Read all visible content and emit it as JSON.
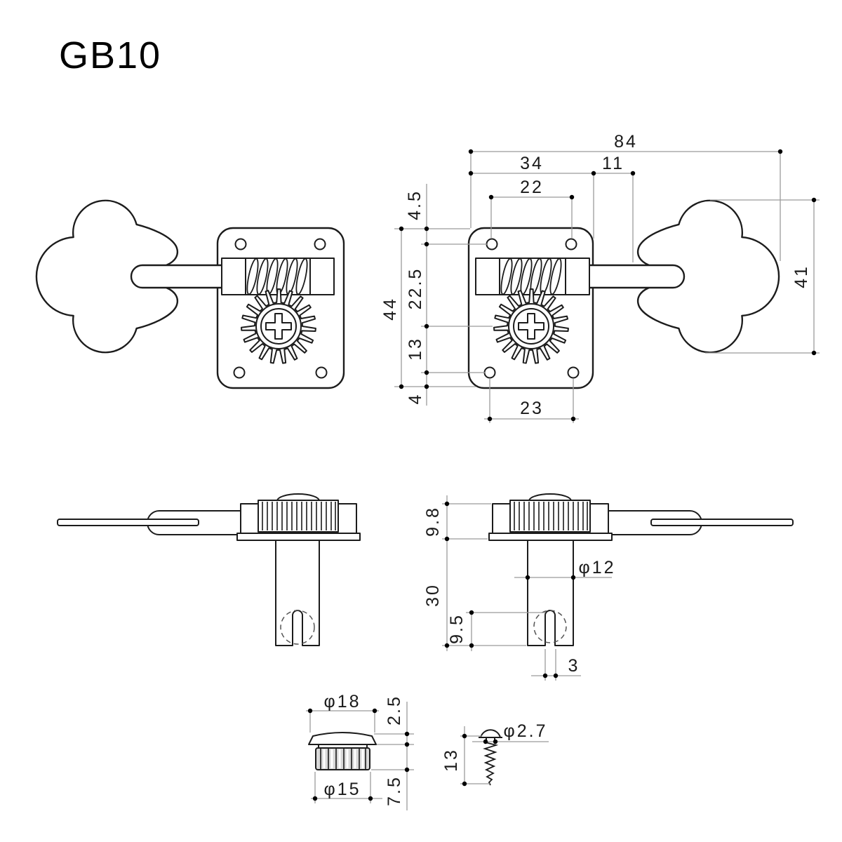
{
  "title": "GB10",
  "dimensions": {
    "front": {
      "overall_width": "84",
      "plate_width": "34",
      "shaft_offset": "11",
      "top_hole_spacing": "22",
      "top_hole_inset": "4.5",
      "gear_center_offset": "22.5",
      "plate_height": "44",
      "gear_to_bottom_hole": "13",
      "bottom_hole_inset": "4",
      "bottom_hole_spacing": "23",
      "key_height": "41"
    },
    "side": {
      "housing_height": "9.8",
      "post_length": "30",
      "slot_depth": "9.5",
      "post_diameter": "φ12",
      "slot_width": "3"
    },
    "bushing": {
      "head_diameter": "φ18",
      "head_height": "2.5",
      "body_height": "7.5",
      "body_diameter": "φ15"
    },
    "screw": {
      "thread_diameter": "φ2.7",
      "length": "13"
    }
  }
}
